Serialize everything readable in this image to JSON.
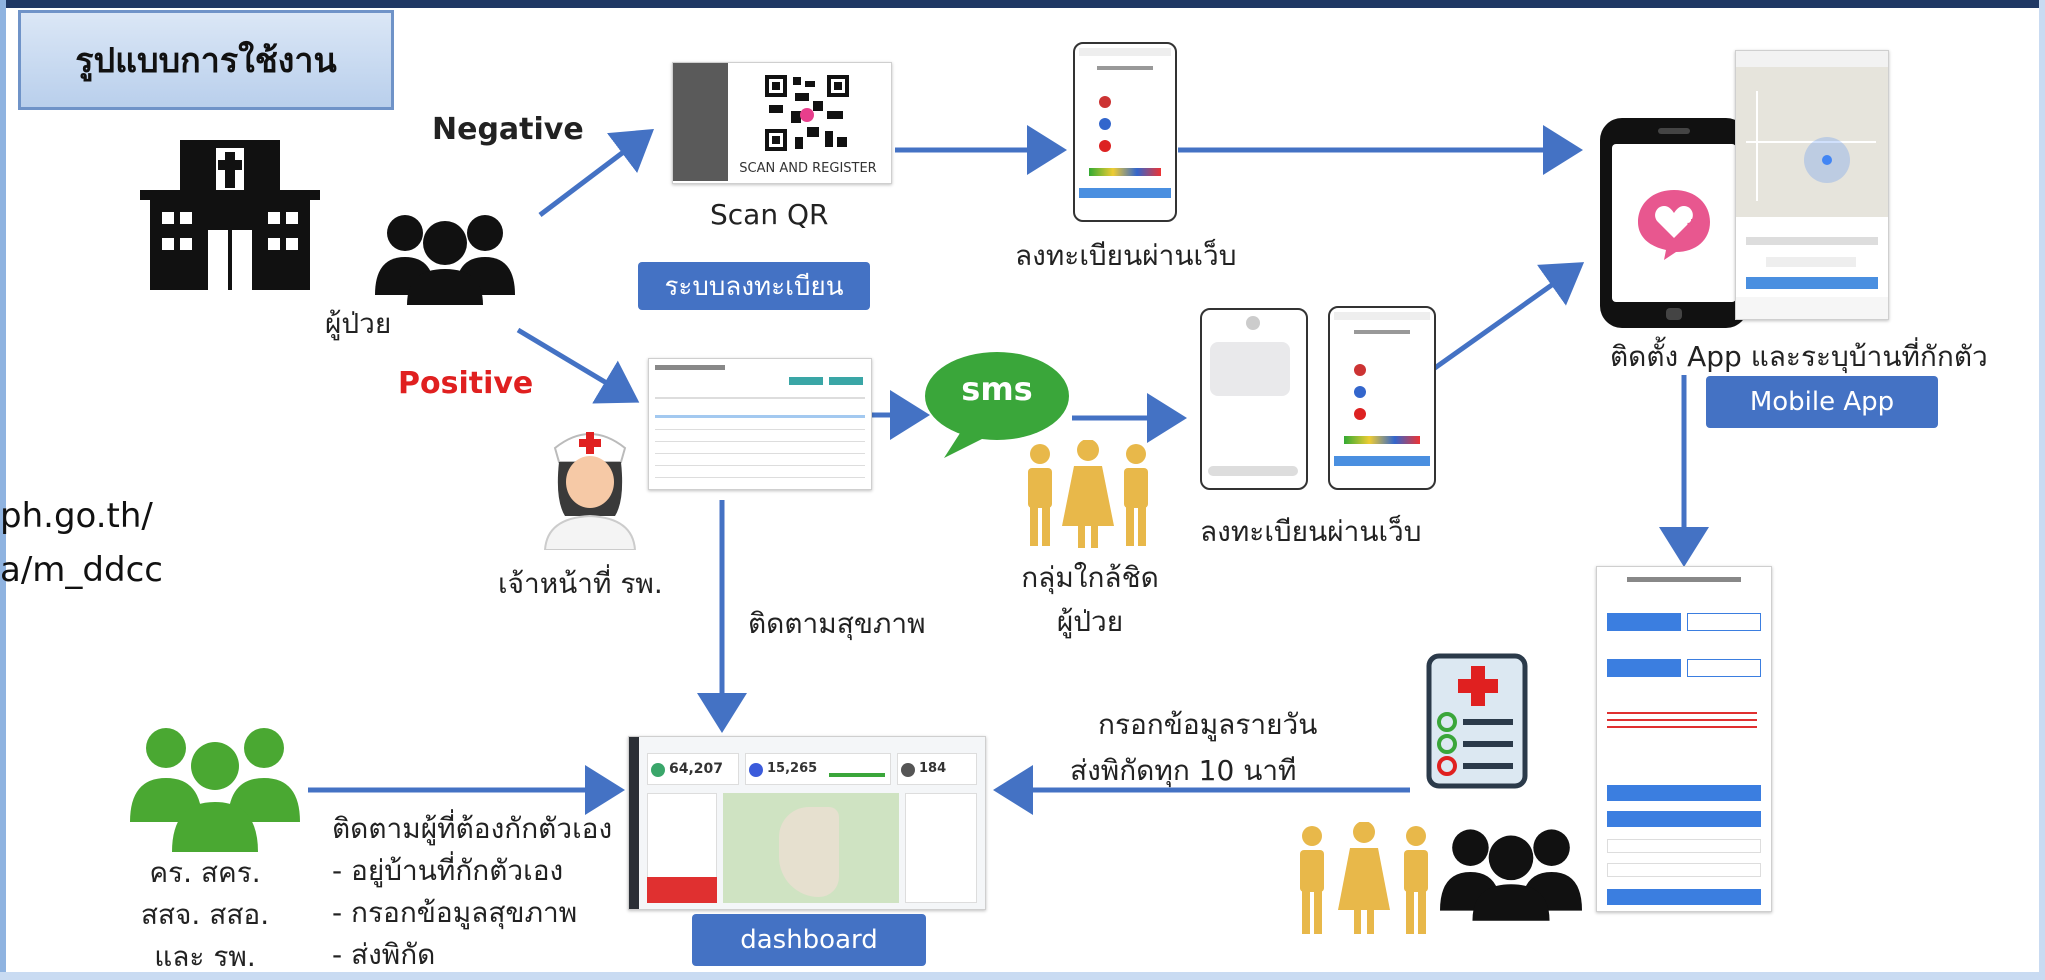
{
  "title": "รูปแบบการใช้งาน",
  "patient_label": "ผู้ป่วย",
  "negative_label": "Negative",
  "positive_label": "Positive",
  "scan_qr_label": "Scan QR",
  "scan_register_text": "SCAN AND REGISTER",
  "registration_system_label": "ระบบลงทะเบียน",
  "web_register_top": "ลงทะเบียนผ่านเว็บ",
  "web_register_mid": "ลงทะเบียนผ่านเว็บ",
  "install_app_label": "ติดตั้ง App  และระบุบ้านที่กักตัว",
  "mobile_app_label": "Mobile App",
  "sms_label": "sms",
  "staff_label": "เจ้าหน้าที่ รพ.",
  "close_contacts_label": [
    "กลุ่มใกล้ชิด",
    "ผู้ป่วย"
  ],
  "health_tracking_label": "ติดตามสุขภาพ",
  "url_lines": [
    "ph.go.th/",
    "a/m_ddcc"
  ],
  "daily_input_label": [
    "กรอกข้อมูลรายวัน",
    "ส่งพิกัดทุก 10 นาที"
  ],
  "volunteers_label": [
    "คร. สคร.",
    "สสจ. สสอ.",
    "และ รพ."
  ],
  "monitor_label": [
    "ติดตามผู้ที่ต้องกักตัวเอง",
    "- อยู่บ้านที่กักตัวเอง",
    "- กรอกข้อมูลสุขภาพ",
    "- ส่งพิกัด"
  ],
  "dashboard_label": "dashboard",
  "dashboard_stats": [
    "64,207",
    "15,265",
    "184"
  ],
  "colors": {
    "accent": "#4472c4",
    "title_bg": "#c5d9f1",
    "positive": "#e02020",
    "sms_green": "#3aa63a",
    "people_green": "#4aa832",
    "people_gold": "#e8b84a"
  }
}
